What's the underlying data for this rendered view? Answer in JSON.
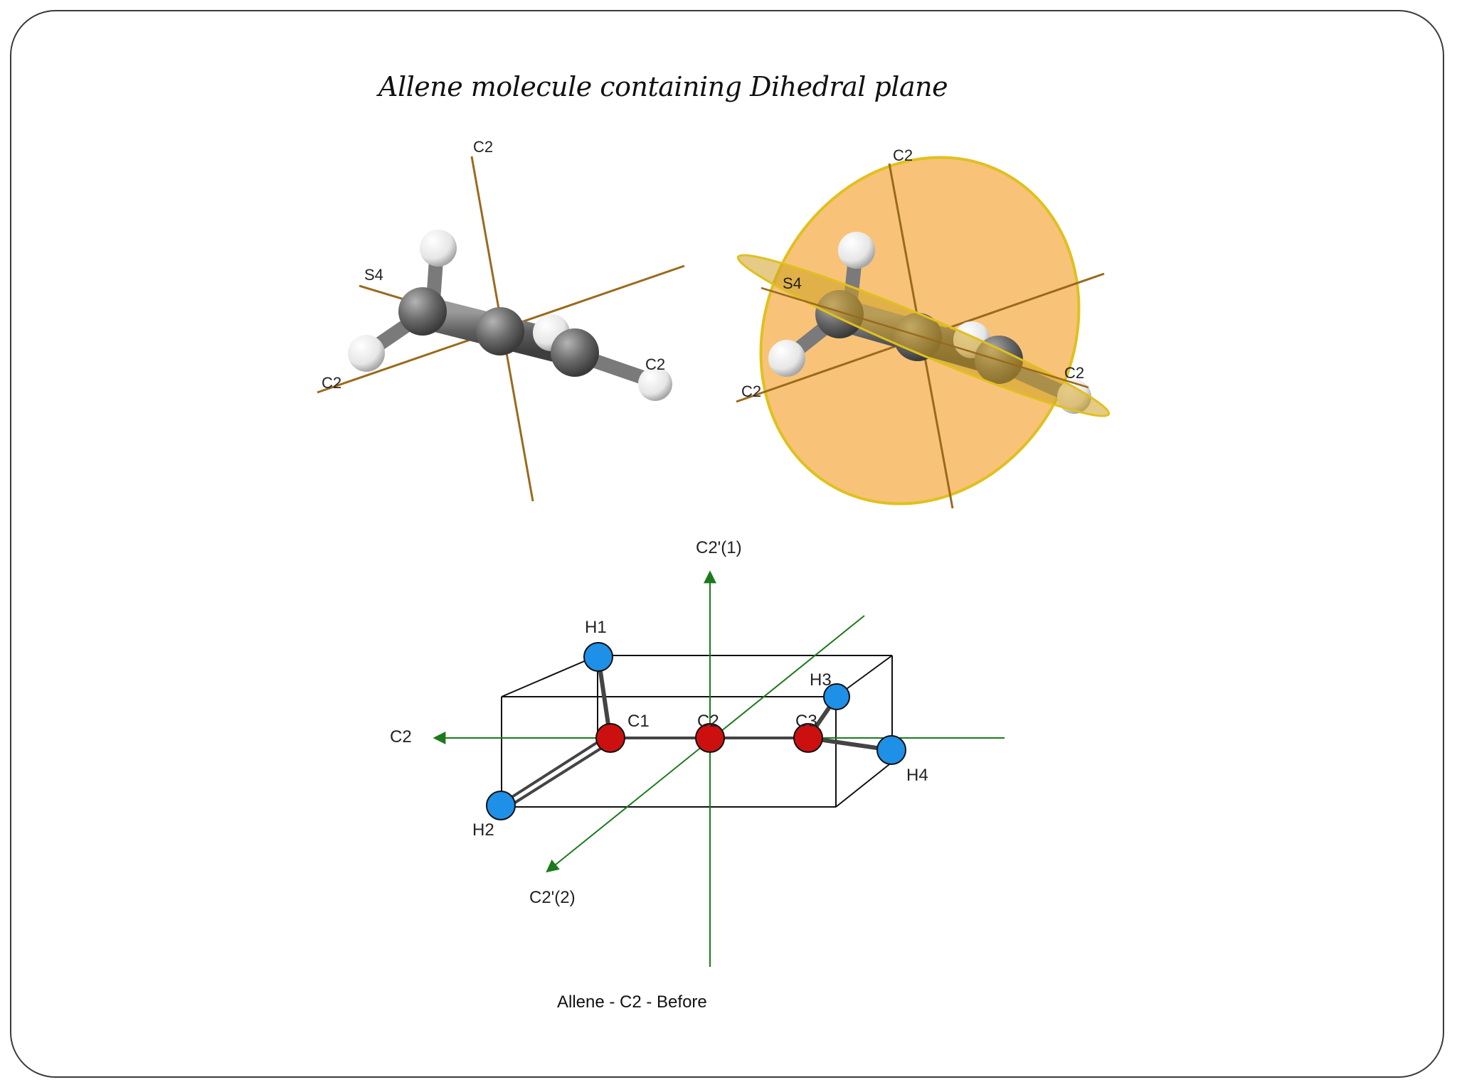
{
  "slide": {
    "title": "Allene molecule containing Dihedral plane"
  },
  "model_left": {
    "labels": {
      "c2_top": "C2",
      "s4": "S4",
      "c2_left": "C2",
      "c2_right": "C2"
    }
  },
  "model_right": {
    "labels": {
      "c2_top": "C2",
      "s4": "S4",
      "c2_left": "C2",
      "c2_right": "C2"
    }
  },
  "schematic": {
    "axis_labels": {
      "c2_vertical": "C2'(1)",
      "c2_horizontal": "C2",
      "c2_diagonal": "C2'(2)"
    },
    "atoms": {
      "h1": "H1",
      "h2": "H2",
      "h3": "H3",
      "h4": "H4",
      "c1": "C1",
      "c2": "C2",
      "c3": "C3"
    },
    "caption": "Allene - C2 - Before"
  },
  "colors": {
    "axis_brown": "#9a6a1c",
    "plane_orange": "#f7b860",
    "plane_edge": "#e0c020",
    "axis_green": "#1c7a1c",
    "hydrogen_blue": "#1e90e8",
    "carbon_red": "#cc1010",
    "bond_gray": "#444444"
  }
}
